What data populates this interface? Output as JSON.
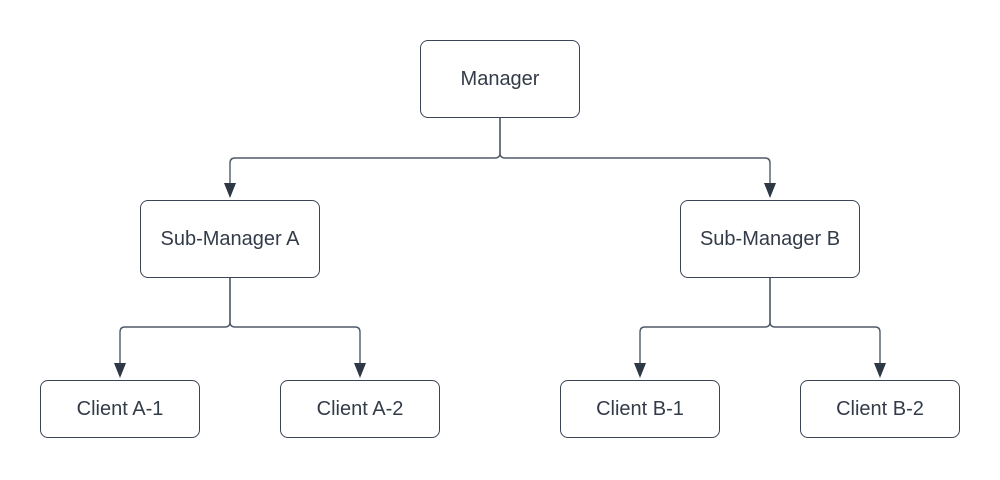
{
  "diagram": {
    "type": "org-chart-tree",
    "background_color": "#ffffff",
    "node_fill_color": "#ffffff",
    "node_border_color": "#3b4454",
    "text_color": "#333b49",
    "connector_color": "#505a68",
    "arrowhead_color": "#2e3845",
    "nodes": [
      {
        "id": "manager",
        "label": "Manager",
        "level": 0
      },
      {
        "id": "sub-manager-a",
        "label": "Sub-Manager A",
        "level": 1
      },
      {
        "id": "sub-manager-b",
        "label": "Sub-Manager B",
        "level": 1
      },
      {
        "id": "client-a-1",
        "label": "Client A-1",
        "level": 2
      },
      {
        "id": "client-a-2",
        "label": "Client A-2",
        "level": 2
      },
      {
        "id": "client-b-1",
        "label": "Client B-1",
        "level": 2
      },
      {
        "id": "client-b-2",
        "label": "Client B-2",
        "level": 2
      }
    ],
    "edges": [
      {
        "from": "Manager",
        "to": "Sub-Manager A",
        "arrow": "filled-triangle-at-child"
      },
      {
        "from": "Manager",
        "to": "Sub-Manager B",
        "arrow": "filled-triangle-at-child"
      },
      {
        "from": "Sub-Manager A",
        "to": "Client A-1",
        "arrow": "filled-triangle-at-child"
      },
      {
        "from": "Sub-Manager A",
        "to": "Client A-2",
        "arrow": "filled-triangle-at-child"
      },
      {
        "from": "Sub-Manager B",
        "to": "Client B-1",
        "arrow": "filled-triangle-at-child"
      },
      {
        "from": "Sub-Manager B",
        "to": "Client B-2",
        "arrow": "filled-triangle-at-child"
      }
    ]
  }
}
